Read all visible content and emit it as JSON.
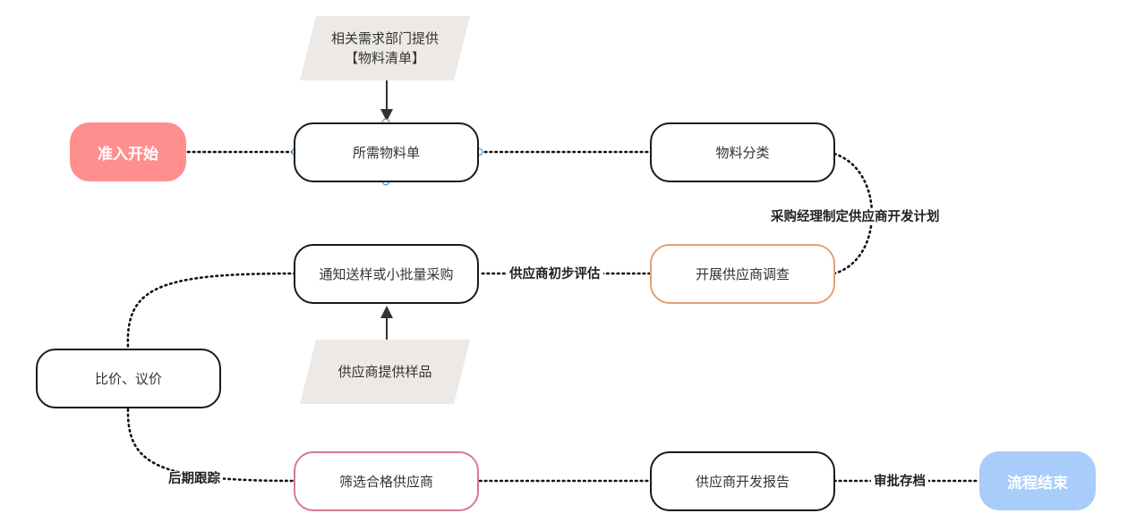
{
  "terminals": {
    "start": "准入开始",
    "end": "流程结束"
  },
  "nodes": {
    "materials_list": "所需物料单",
    "material_classification": "物料分类",
    "supplier_survey": "开展供应商调查",
    "sample_or_small_batch": "通知送样或小批量采购",
    "price_negotiation": "比价、议价",
    "screen_qualified": "筛选合格供应商",
    "development_report": "供应商开发报告"
  },
  "inputs": {
    "demand_departments": "相关需求部门提供\n【物料清单】",
    "supplier_samples": "供应商提供样品"
  },
  "edge_labels": {
    "plan": "采购经理制定供应商开发计划",
    "initial_evaluation": "供应商初步评估",
    "follow_up": "后期跟踪",
    "approval_archive": "审批存档"
  },
  "colors": {
    "start_fill": "#ff8f8f",
    "end_fill": "#a8cdfa",
    "survey_border": "#e0a078",
    "screen_border": "#d77a8c",
    "input_fill": "#ece9e6"
  }
}
